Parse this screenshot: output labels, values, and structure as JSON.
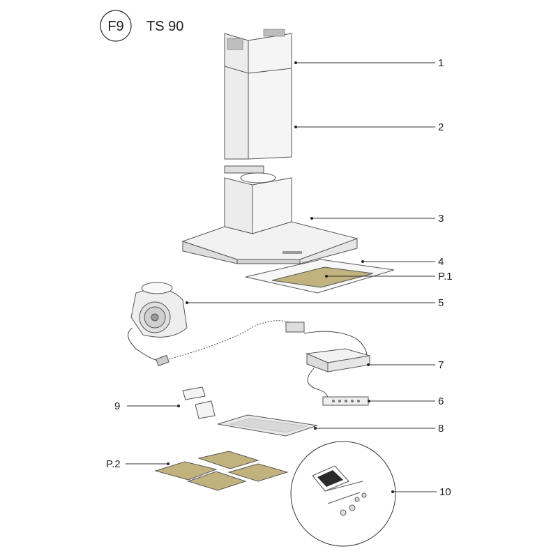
{
  "header": {
    "badge": "F9",
    "model": "TS 90"
  },
  "callouts": [
    {
      "id": "c1",
      "label": "1"
    },
    {
      "id": "c2",
      "label": "2"
    },
    {
      "id": "c3",
      "label": "3"
    },
    {
      "id": "c4",
      "label": "4"
    },
    {
      "id": "cp1",
      "label": "P.1"
    },
    {
      "id": "c5",
      "label": "5"
    },
    {
      "id": "c7",
      "label": "7"
    },
    {
      "id": "c6",
      "label": "6"
    },
    {
      "id": "c9",
      "label": "9"
    },
    {
      "id": "c8",
      "label": "8"
    },
    {
      "id": "cp2",
      "label": "P.2"
    },
    {
      "id": "c10",
      "label": "10"
    }
  ],
  "colors": {
    "filter_pad": "#c2b27d",
    "line": "#333333",
    "chimney_fill": "#ececec"
  }
}
